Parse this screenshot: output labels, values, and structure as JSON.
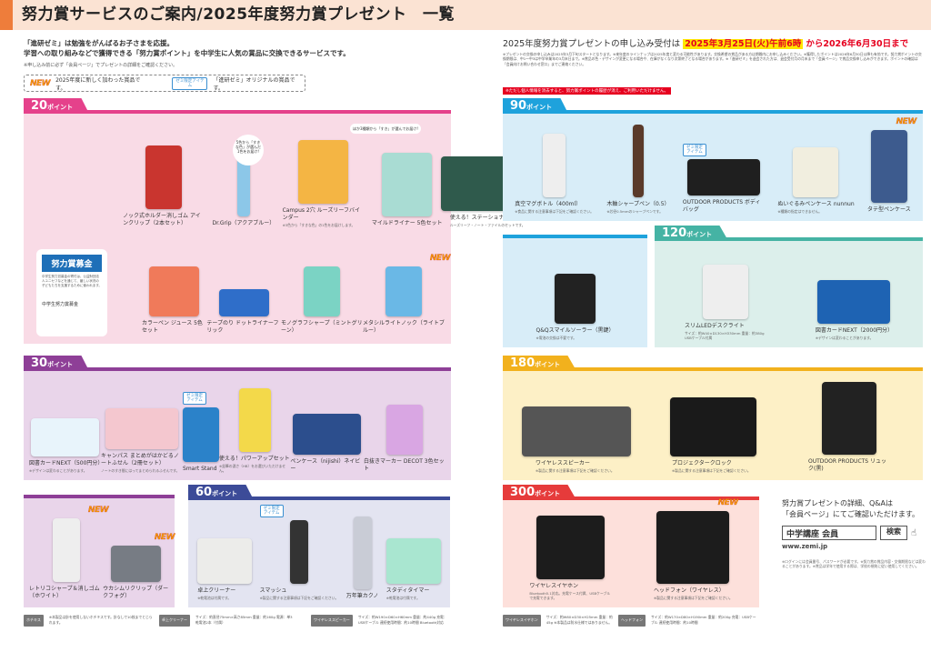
{
  "header": {
    "title": "努力賞サービスのご案内/2025年度努力賞プレゼント　一覧"
  },
  "intro": {
    "line1": "「進研ゼミ」は勉強をがんばるお子さまを応援。",
    "line2": "学習への取り組みなどで獲得できる「努力賞ポイント」を中学生に人気の賞品に交換できるサービスです。",
    "note": "※申し込み前に必ず「会員ページ」でプレゼントの詳細をご確認ください。",
    "legend_new_badge": "NEW",
    "legend_new": "2025年度に新しく加わった賞品です。",
    "legend_zemi_badge": "ゼミ限定アイテム",
    "legend_zemi": "「進研ゼミ」オリジナルの賞品です。"
  },
  "application": {
    "prefix": "2025年度努力賞プレゼントの申し込み受付は",
    "start": "2025年3月25日(火)午前6時",
    "end": "から2026年6月30日まで",
    "fine": "※プレゼントの交換の申し込みは2025年3月下旬スタートとなります。※来年度のラインナップは2025年度と変わる可能性があります。交換希望の賞品がある方は期間内にお申し込みください。※獲得したポイントは2026年6月30日以降も有効です。努力賞ポイントの交換期限は、中1〜中3は中学卒業年の3月末日まで。※賞品の色・デザインが変更になる場合や、在庫がなくなり次第終了となる場合があります。※「進研ゼミ」を退会された方は、退会受付月の月末まで「会員ページ」で賞品交換申し込みができます。ポイントの確認は「会員向けお問い合わせ窓口」までご連絡ください。",
    "warning": "※ただし個人情報を消去すると、努力賞ポイントの履歴が消え、ご利用いただけません。"
  },
  "colors": {
    "p20": "#e5418b",
    "p30": "#8e3f97",
    "p60": "#3c4b98",
    "p90": "#1ea2dc",
    "p120": "#45b3a4",
    "p180": "#f2b11d",
    "p300": "#e63b3b"
  },
  "sections": {
    "p20": {
      "points": "20",
      "unit": "ポイント",
      "bubble1": "5色から「すきな色」が選んだ1色をお届け!",
      "bubble2": "ほか3種類から「すき」が選んでお届け!",
      "bokin": {
        "badge": "努力賞募金",
        "desc": "中学生努力賞募金の寄付は、公益財団法人ユニセフなどを通じて、厳しい状況の子どもたちを支援するために使われます。",
        "caption": "中学生努力賞募金"
      },
      "row1": [
        {
          "name": "ノック式ホルダー消しゴム アインクリップ（2本セット）",
          "color": "#c9352f",
          "w": 40,
          "h": 70
        },
        {
          "name": "Dr.Grip（アクアブルー）",
          "color": "#8cc7e8",
          "w": 14,
          "h": 75
        },
        {
          "name": "Campus 2穴 ルーズリーフバインダー",
          "note": "※3色から「すきな色」の1色をお届けします。",
          "color": "#f4b544",
          "w": 55,
          "h": 70
        },
        {
          "name": "マイルドライナー 5色セット",
          "color": "#a9dcd3",
          "w": 55,
          "h": 70
        },
        {
          "name": "使える！ステーショナリーセット",
          "note": "ルーズリーフ・ノート・ファイルのセットです。",
          "color": "#2f5a4c",
          "w": 110,
          "h": 60
        }
      ],
      "row2": [
        {
          "name": "カラーペン ジュース 5色セット",
          "color": "#f07a5a",
          "w": 55,
          "h": 55
        },
        {
          "name": "テープのり ドットライナーフリック",
          "color": "#2f6ec9",
          "w": 55,
          "h": 30
        },
        {
          "name": "モノグラフシャープ（ミントグリーン）",
          "color": "#7bd3c4",
          "w": 40,
          "h": 55
        },
        {
          "name": "メタシルライトノック（ライトブルー）",
          "color": "#6ab8e6",
          "w": 40,
          "h": 55,
          "new": "NEW"
        }
      ]
    },
    "p30": {
      "points": "30",
      "unit": "ポイント",
      "items": [
        {
          "name": "図書カードNEXT（500円分）",
          "note": "※デザインは変わることがあります。",
          "color": "#e8f4fb",
          "w": 75,
          "h": 42
        },
        {
          "name": "キャンパス まとめがはかどるノートふせん（2冊セット）",
          "note": "ノートのすき間にはってまとめられるふせんです。",
          "color": "#f4c7cf",
          "w": 80,
          "h": 45
        },
        {
          "name": "Smart Stand",
          "color": "#2b82c9",
          "w": 40,
          "h": 60,
          "zemi": "ゼミ限定アイテム"
        },
        {
          "name": "使える！パワーアップセット",
          "note": "※鉛筆の濃さ（HB）をお選びいただけません。",
          "color": "#f3d94a",
          "w": 35,
          "h": 70
        },
        {
          "name": "ペンケース（nijishi）ネイビー",
          "color": "#2c4e8d",
          "w": 75,
          "h": 45
        },
        {
          "name": "白抜きマーカー DECOT 3色セット",
          "color": "#d9a6e3",
          "w": 40,
          "h": 55
        }
      ],
      "extra": [
        {
          "name": "レトリコシャープ＆消しゴム（ホワイト）",
          "color": "#eeeeee",
          "w": 30,
          "h": 70,
          "new": "NEW"
        },
        {
          "name": "ウカシムリクリップ（ダークフォグ）",
          "color": "#777c84",
          "w": 55,
          "h": 40,
          "new": "NEW"
        }
      ]
    },
    "p60": {
      "points": "60",
      "unit": "ポイント",
      "items": [
        {
          "name": "卓上クリーナー",
          "note": "※乾電池は付属です。",
          "color": "#ececea",
          "w": 60,
          "h": 50
        },
        {
          "name": "スマッシュ",
          "note": "※製品に関する注意事項は下記をご確認ください。",
          "color": "#333333",
          "w": 20,
          "h": 70,
          "zemi": "ゼミ限定アイテム"
        },
        {
          "name": "万年筆カクノ",
          "color": "#c9ccd6",
          "w": 20,
          "h": 80
        },
        {
          "name": "スタディタイマー",
          "note": "※乾電池は付属です。",
          "color": "#a9e6d0",
          "w": 60,
          "h": 50
        }
      ]
    },
    "p90": {
      "points": "90",
      "unit": "ポイント",
      "items": [
        {
          "name": "真空マグボトル（400ml）",
          "note": "※食品に関する注意事項は下記をご確認ください。",
          "color": "#eeeeee",
          "w": 25,
          "h": 70
        },
        {
          "name": "木軸シャープペン（0.5）",
          "note": "※芯径0.5mmのシャープペンです。",
          "color": "#5a3a2a",
          "w": 12,
          "h": 80
        },
        {
          "name": "OUTDOOR PRODUCTS ボディバッグ",
          "color": "#1f1f1f",
          "w": 80,
          "h": 40,
          "zemi": "ゼミ限定アイテム"
        },
        {
          "name": "ぬいぐるみペンケース nunnun",
          "note": "※種類の指定はできません。",
          "color": "#f1eedf",
          "w": 50,
          "h": 55
        },
        {
          "name": "タテ型ペンケース",
          "color": "#3d5b8e",
          "w": 40,
          "h": 80,
          "new": "NEW"
        }
      ],
      "extra": [
        {
          "name": "Q&Qスマイルソーラー（黒鍵）",
          "note": "※電池の交換は不要です。",
          "color": "#222222",
          "w": 45,
          "h": 55
        }
      ]
    },
    "p120": {
      "points": "120",
      "unit": "ポイント",
      "items": [
        {
          "name": "スリムLEDデスクライト",
          "note": "サイズ：約W40×D130×H330mm 重量：約380g USBケーブル付属",
          "color": "#eeeeee",
          "w": 50,
          "h": 60
        },
        {
          "name": "図書カードNEXT（2000円分）",
          "note": "※デザインは変わることがあります。",
          "color": "#1e63b3",
          "w": 80,
          "h": 48
        }
      ]
    },
    "p180": {
      "points": "180",
      "unit": "ポイント",
      "items": [
        {
          "name": "ワイヤレススピーカー",
          "note": "※製品に関する注意事項は下記をご確認ください。",
          "color": "#555555",
          "w": 120,
          "h": 55
        },
        {
          "name": "プロジェクタークロック",
          "note": "※製品に関する注意事項は下記をご確認ください。",
          "color": "#1a1a1a",
          "w": 95,
          "h": 65
        },
        {
          "name": "OUTDOOR PRODUCTS リュック(黒)",
          "color": "#222222",
          "w": 60,
          "h": 80
        }
      ]
    },
    "p300": {
      "points": "300",
      "unit": "ポイント",
      "items": [
        {
          "name": "ワイヤレスイヤホン",
          "note": "Bluetooth5.1対応。充電ケース付属、USBケーブルで充電できます。",
          "color": "#1c1c1c",
          "w": 75,
          "h": 70
        },
        {
          "name": "ヘッドフォン（ワイヤレス）",
          "note": "※製品に関する注意事項は下記をご確認ください。",
          "color": "#1c1c1c",
          "w": 80,
          "h": 80,
          "new": "NEW"
        }
      ]
    }
  },
  "notes": [
    {
      "tag": "ホチキス",
      "text": "※本製品は針を使用しないホチキスです。針なしで10枚までとじられます。"
    },
    {
      "tag": "卓上クリーナー",
      "text": "サイズ：約直径75mm×高さ85mm 重量：約160g 電源：単3乾電池2本（付属）"
    },
    {
      "tag": "ワイヤレススピーカー",
      "text": "サイズ：約W190×D60×H60mm 重量：約440g 充電：USBケーブル 連続使用時間：約10時間 Bluetooth対応"
    },
    {
      "tag": "ワイヤレスイヤホン",
      "text": "サイズ：約W60×D30×H25mm 重量：約45g ※本製品は防水仕様ではありません。"
    },
    {
      "tag": "ヘッドフォン",
      "text": "サイズ：約W170×D80×H190mm 重量：約200g 充電：USBケーブル 連続使用時間：約10時間"
    }
  ],
  "info": {
    "line1": "努力賞プレゼントの詳細、Q&Aは",
    "line2": "「会員ページ」にてご確認いただけます。",
    "search_value": "中学講座 会員",
    "search_button": "検索",
    "url": "www.zemi.jp",
    "fine": "※ログインには会員番号、パスワードが必要です。※努力賞の賞品内容・交換期限などは変わることがあります。※賞品は学年で使用する際は、学校の規則に従い使用してください。"
  }
}
